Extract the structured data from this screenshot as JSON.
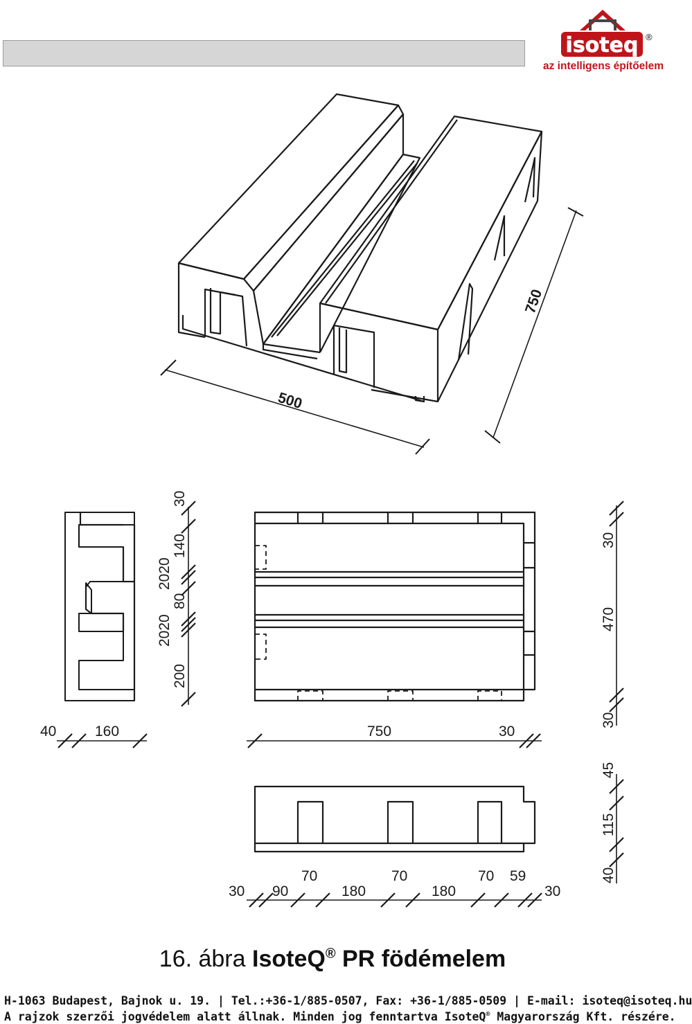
{
  "header": {
    "logo_brand": "isoteq",
    "logo_registered": "®",
    "logo_tagline": "az intelligens építőelem"
  },
  "dimensions": {
    "iso_width": "500",
    "iso_length": "750",
    "section_bottom_left": "40",
    "section_bottom_right": "160",
    "section_v_200": "200",
    "section_v_2020_a": "2020",
    "section_v_80": "80",
    "section_v_2020_b": "2020",
    "section_v_140": "140",
    "section_v_30": "30",
    "plan_length": "750",
    "plan_overhang": "30",
    "right_v_30_bottom": "30",
    "right_v_470": "470",
    "right_v_30_top": "30",
    "elev_v_40": "40",
    "elev_v_115": "115",
    "elev_v_45": "45",
    "elev_h": [
      "30",
      "90",
      "70",
      "180",
      "70",
      "180",
      "70",
      "59",
      "30"
    ]
  },
  "caption": {
    "figure_label": "16. ábra",
    "brand": "IsoteQ",
    "registered": "®",
    "product": "PR födémelem"
  },
  "footer": {
    "line1": "H-1063 Budapest, Bajnok u. 19. | Tel.:+36-1/885-0507, Fax: +36-1/885-0509 | E-mail: isoteq@isoteq.hu",
    "line2_pre": "A rajzok szerzői jogvédelem alatt állnak. Minden jog fenntartva IsoteQ",
    "line2_reg": "®",
    "line2_post": " Magyarország Kft. részére."
  }
}
